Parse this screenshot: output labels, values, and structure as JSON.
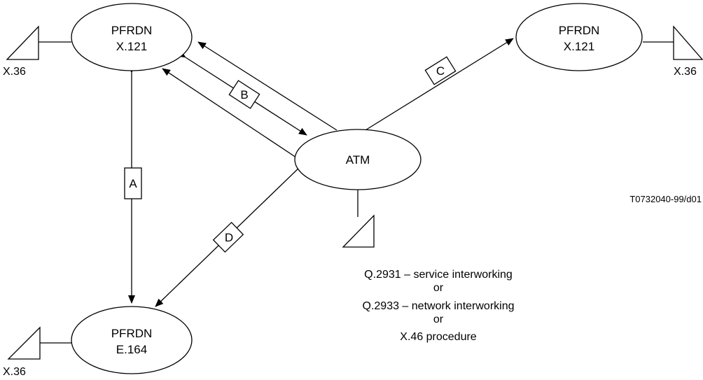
{
  "nodes": {
    "pfrdn_top_left": {
      "line1": "PFRDN",
      "line2": "X.121"
    },
    "pfrdn_top_right": {
      "line1": "PFRDN",
      "line2": "X.121"
    },
    "pfrdn_bottom": {
      "line1": "PFRDN",
      "line2": "E.164"
    },
    "atm": {
      "line1": "ATM"
    }
  },
  "terminals": {
    "top_left": "X.36",
    "top_right": "X.36",
    "bottom_left": "X.36"
  },
  "edges": {
    "a": "A",
    "b": "B",
    "c": "C",
    "d": "D"
  },
  "caption": {
    "line1": "Q.2931 – service interworking",
    "line2": "or",
    "line3": "Q.2933 – network interworking",
    "line4": "or",
    "line5": "X.46 procedure"
  },
  "figure_id": "T0732040-99/d01"
}
